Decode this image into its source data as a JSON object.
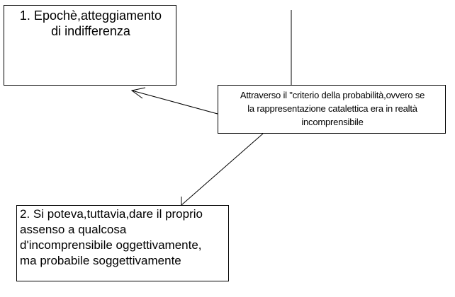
{
  "diagram": {
    "nodes": [
      {
        "id": "epoche",
        "text": "1. Epochè,atteggiamento\ndi indifferenza"
      },
      {
        "id": "criterio",
        "text": "Attraverso il \"criterio della probabilità,ovvero se\nla rappresentazione catalettica era in realtà\nincomprensibile"
      },
      {
        "id": "assenso",
        "text": "2. Si poteva,tuttavia,dare il proprio\nassenso a qualcosa\nd'incomprensibile oggettivamente,\nma probabile soggettivamente"
      }
    ],
    "edges": [
      {
        "from": "criterio",
        "to": "epoche",
        "style": "arrow"
      },
      {
        "from": "criterio",
        "to": "assenso",
        "style": "line"
      }
    ],
    "colors": {
      "background": "#ffffff",
      "stroke": "#000000",
      "text": "#000000"
    }
  }
}
